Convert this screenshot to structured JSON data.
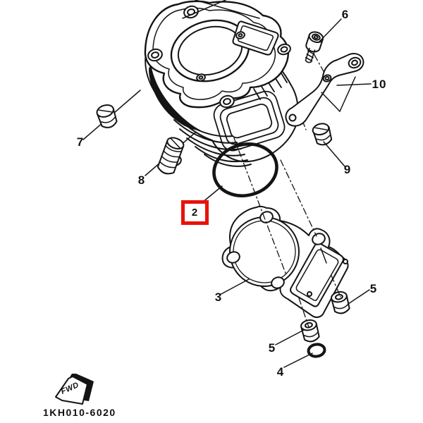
{
  "figure": {
    "drawing_code": "1KH010-6020",
    "fwd_label": "FWD"
  },
  "colors": {
    "line": "#141414",
    "highlight_box": "#e8120a",
    "background": "#ffffff"
  },
  "callouts": {
    "c2": {
      "label": "2",
      "highlighted": true
    },
    "c3": {
      "label": "3",
      "highlighted": false
    },
    "c4": {
      "label": "4",
      "highlighted": false
    },
    "c5a": {
      "label": "5",
      "highlighted": false
    },
    "c5b": {
      "label": "5",
      "highlighted": false
    },
    "c6": {
      "label": "6",
      "highlighted": false
    },
    "c7": {
      "label": "7",
      "highlighted": false
    },
    "c8": {
      "label": "8",
      "highlighted": false
    },
    "c9": {
      "label": "9",
      "highlighted": false
    },
    "c10": {
      "label": "10",
      "highlighted": false
    }
  }
}
